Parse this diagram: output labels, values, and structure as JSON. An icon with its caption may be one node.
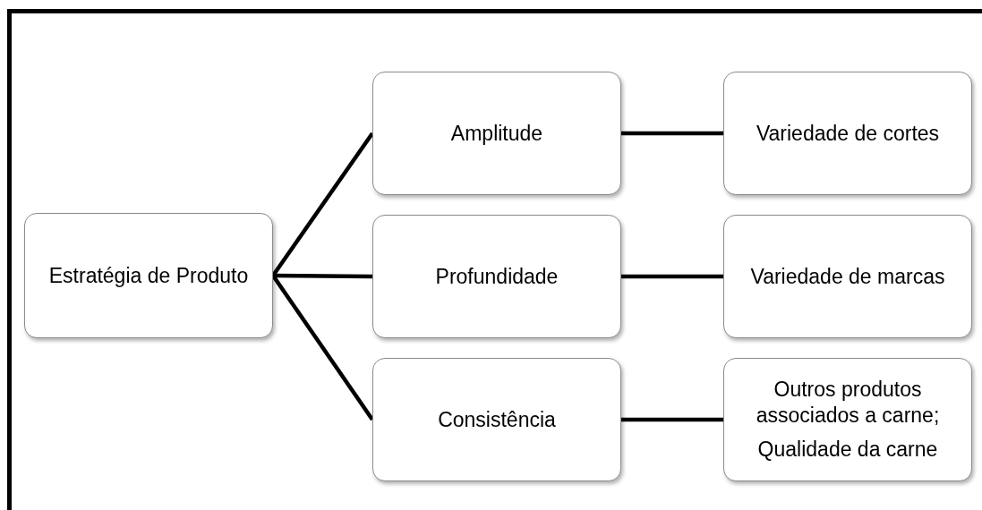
{
  "diagram": {
    "nodes": [
      {
        "text": [
          "Estratégia de Produto"
        ]
      },
      {
        "text": [
          "Amplitude"
        ]
      },
      {
        "text": [
          "Profundidade"
        ]
      },
      {
        "text": [
          "Consistência"
        ]
      },
      {
        "text": [
          "Variedade de cortes"
        ]
      },
      {
        "text": [
          "Variedade de marcas"
        ]
      },
      {
        "text": [
          "Outros produtos associados a carne;",
          "Qualidade da carne"
        ]
      }
    ],
    "edges": [
      {
        "from": 0,
        "to": 1,
        "arrow": "none"
      },
      {
        "from": 0,
        "to": 2,
        "arrow": "none"
      },
      {
        "from": 0,
        "to": 3,
        "arrow": "none"
      },
      {
        "from": 1,
        "to": 4,
        "arrow": "none"
      },
      {
        "from": 2,
        "to": 5,
        "arrow": "none"
      },
      {
        "from": 3,
        "to": 6,
        "arrow": "none"
      }
    ]
  }
}
